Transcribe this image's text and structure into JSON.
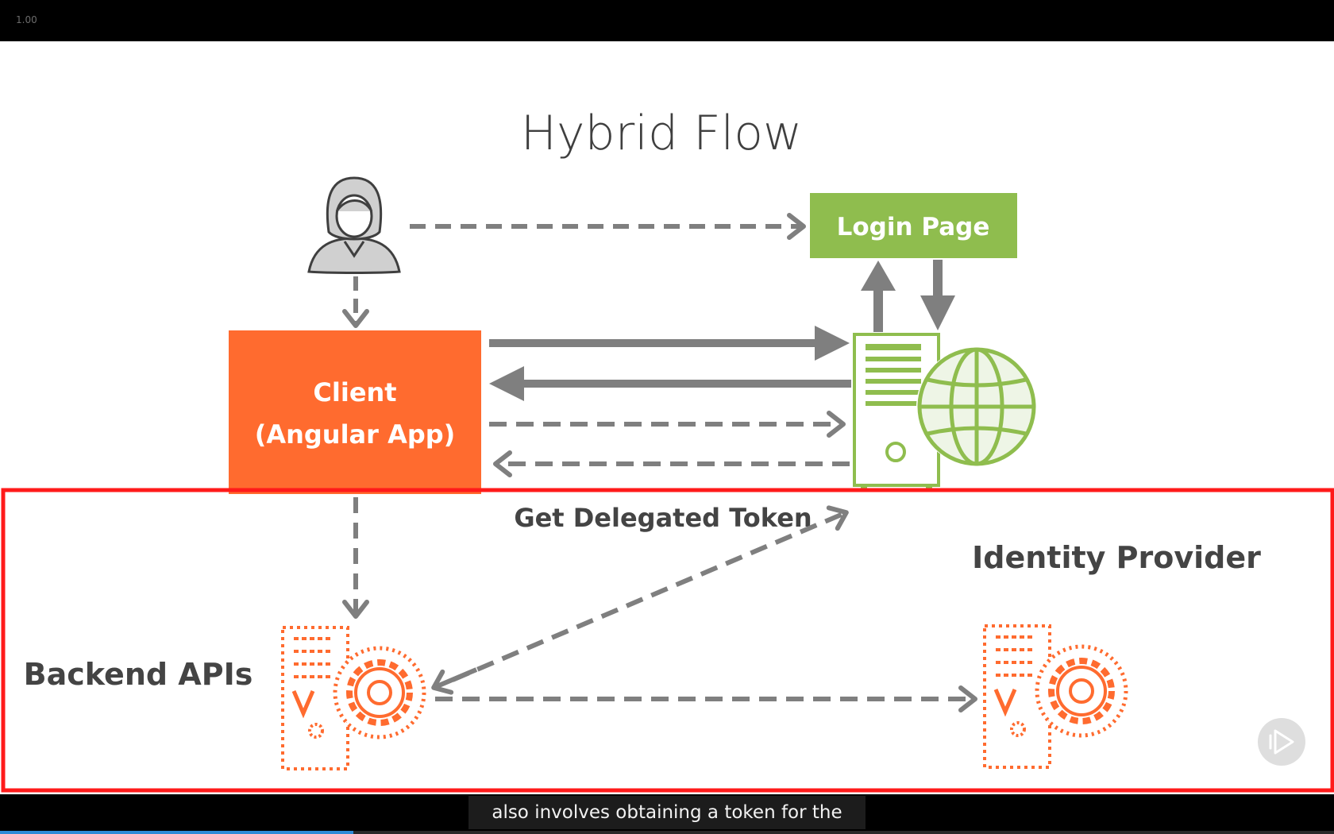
{
  "player": {
    "speed_label": "1.00",
    "caption": "also involves obtaining a token for the",
    "progress_fraction": 0.265
  },
  "slide": {
    "title": "Hybrid Flow",
    "login_page_label": "Login Page",
    "client_label_line1": "Client",
    "client_label_line2": "(Angular App)",
    "get_token_label": "Get Delegated Token",
    "identity_provider_label": "Identity Provider",
    "backend_apis_label": "Backend APIs"
  },
  "colors": {
    "client_orange": "#ff6b2f",
    "login_green": "#8fbd4e",
    "highlight_red": "#ff1a1a",
    "arrow_gray": "#7f7f7f"
  },
  "icons": {
    "user": "user-avatar-icon",
    "idp_server": "server-globe-icon",
    "api_server": "server-gear-icon",
    "play": "play-button-icon"
  }
}
